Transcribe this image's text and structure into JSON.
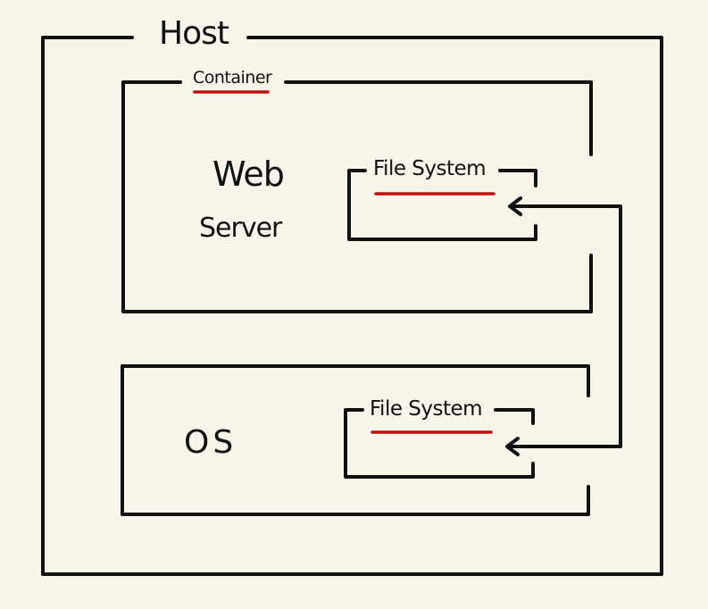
{
  "host": {
    "label": "Host"
  },
  "container": {
    "label": "Container",
    "app_line1": "Web",
    "app_line2": "Server",
    "filesystem_label": "File System"
  },
  "os": {
    "label": "OS",
    "filesystem_label": "File System"
  },
  "colors": {
    "background": "#f7f5ea",
    "stroke": "#111111",
    "underline": "#c01010"
  }
}
